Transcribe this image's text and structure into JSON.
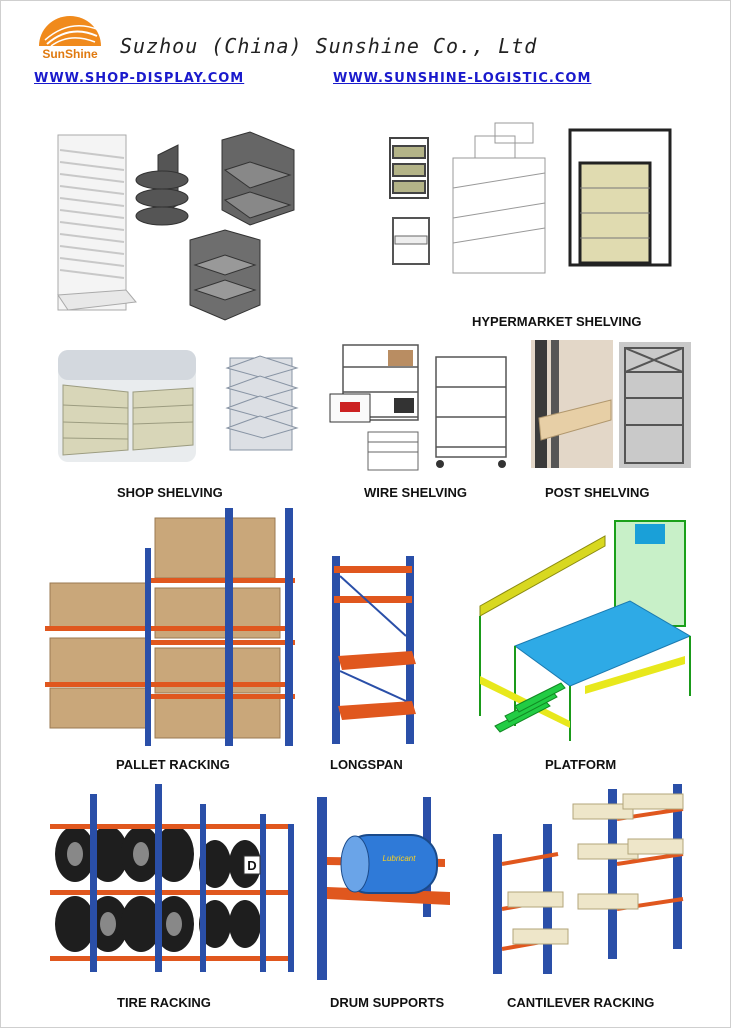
{
  "header": {
    "logo_text": "SunShine",
    "company_name": "Suzhou (China) Sunshine Co., Ltd",
    "links": [
      "WWW.SHOP-DISPLAY.COM",
      "WWW.SUNSHINE-LOGISTIC.COM"
    ]
  },
  "captions": {
    "hypermarket": "HYPERMARKET SHELVING",
    "shop": "SHOP SHELVING",
    "wire": "WIRE SHELVING",
    "post": "POST SHELVING",
    "pallet": "PALLET RACKING",
    "longspan": "LONGSPAN",
    "platform": "PLATFORM",
    "tire": "TIRE RACKING",
    "drum": "DRUM SUPPORTS",
    "cantilever": "CANTILEVER RACKING"
  },
  "labels": {
    "tire_rack_sign": "D",
    "drum_brand": "Lubricant"
  },
  "colors": {
    "rack_blue": "#2a4fa8",
    "rack_orange": "#e0571e",
    "cardboard": "#c9a77a",
    "link_blue": "#1a1acc",
    "logo_orange": "#f08a1c"
  }
}
